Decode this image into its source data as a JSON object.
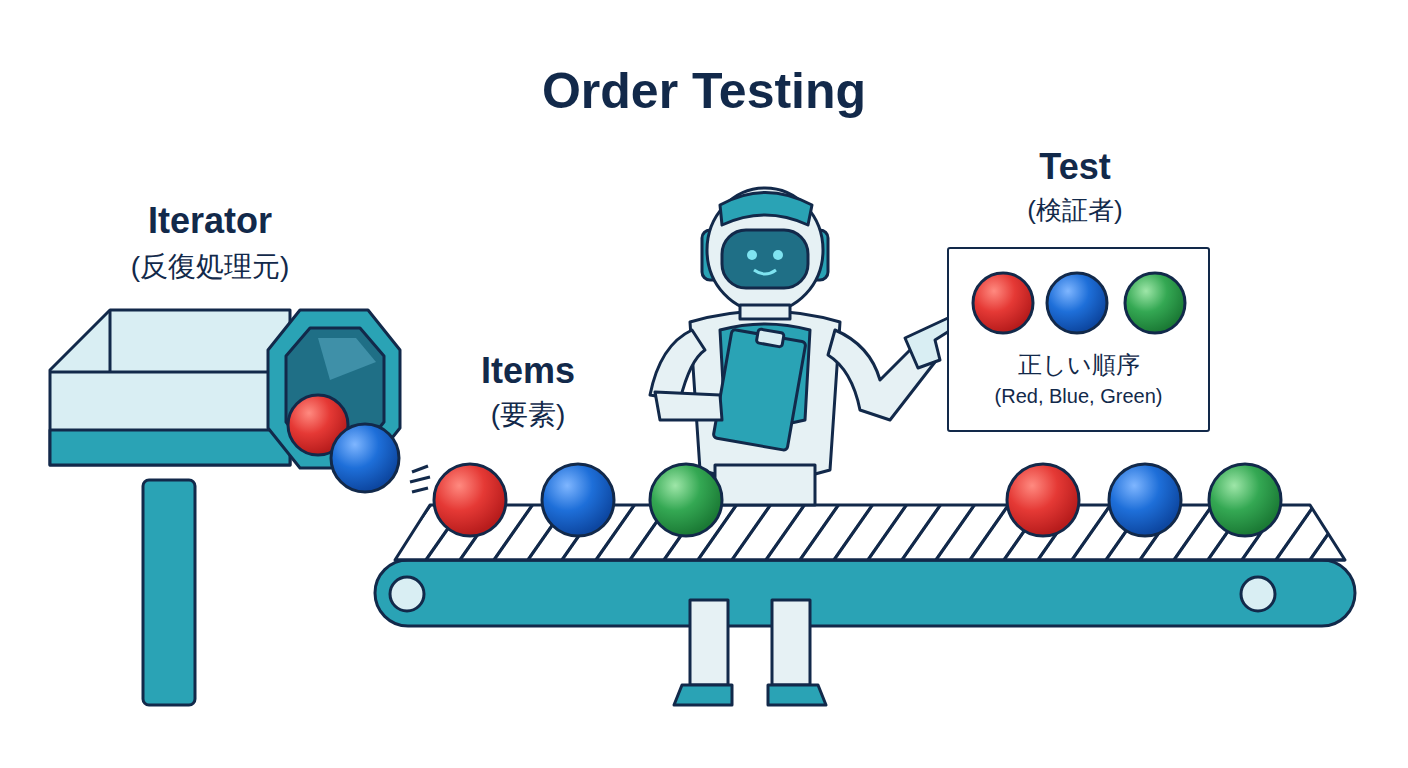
{
  "diagram": {
    "title": "Order Testing",
    "nodes": [
      {
        "text": [
          "正しい順序",
          "(Red, Blue, Green)"
        ]
      }
    ],
    "labels": [
      "Iterator",
      "(反復処理元)",
      "Items",
      "(要素)",
      "Test",
      "(検証者)"
    ]
  }
}
